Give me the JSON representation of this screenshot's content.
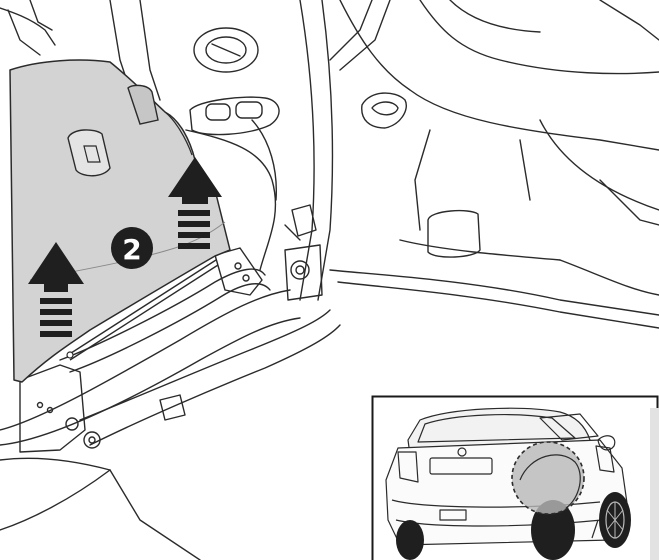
{
  "diagram": {
    "step_label": "2",
    "colors": {
      "line": "#2b2b2b",
      "panel_fill": "#d3d3d3",
      "badge_fill": "#1f1f1f",
      "badge_text": "#ffffff",
      "highlight_fill": "#b8b8b8"
    },
    "arrows": [
      {
        "id": "left",
        "direction": "up"
      },
      {
        "id": "right",
        "direction": "up"
      }
    ],
    "inset": {
      "subject": "vehicle-rear-view",
      "highlight": "rear-wheel-arch"
    }
  }
}
